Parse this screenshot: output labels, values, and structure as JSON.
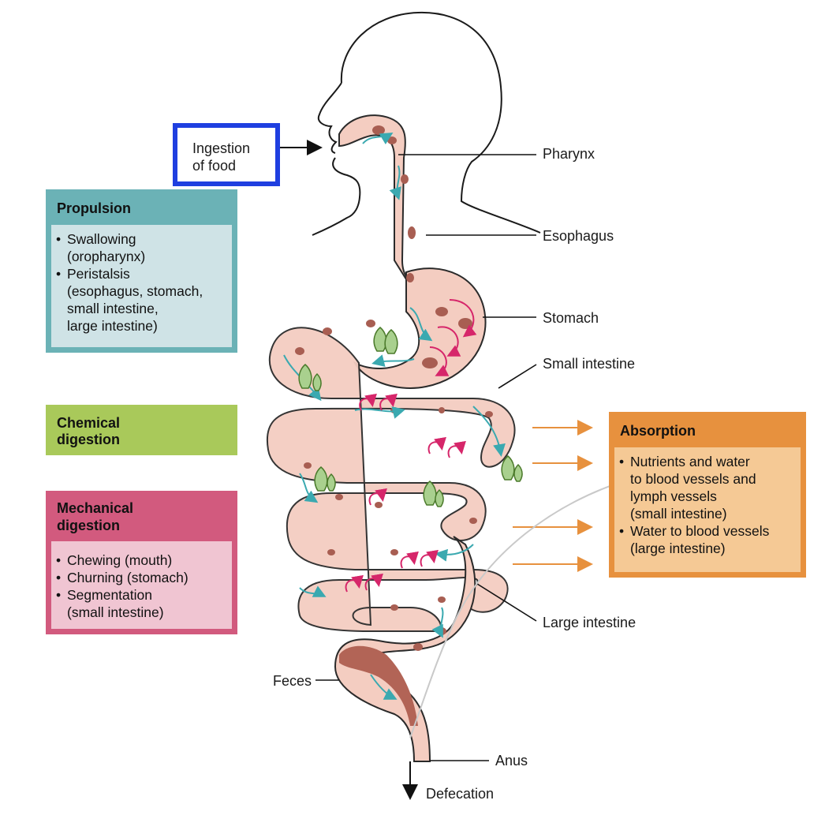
{
  "ingestion": {
    "line1": "Ingestion",
    "line2": "of food"
  },
  "organs": {
    "pharynx": "Pharynx",
    "esophagus": "Esophagus",
    "stomach": "Stomach",
    "small_intestine": "Small intestine",
    "large_intestine": "Large intestine",
    "feces": "Feces",
    "anus": "Anus",
    "defecation": "Defecation"
  },
  "propulsion": {
    "title": "Propulsion",
    "items": [
      {
        "main": "Swallowing",
        "sub": "(oropharynx)"
      },
      {
        "main": "Peristalsis",
        "sub": "(esophagus, stomach, small intestine, large intestine)"
      }
    ],
    "sub2_lines": [
      "(esophagus, stomach,",
      "small intestine,",
      "large intestine)"
    ]
  },
  "chemical": {
    "line1": "Chemical",
    "line2": "digestion"
  },
  "mechanical": {
    "title_line1": "Mechanical",
    "title_line2": "digestion",
    "items": [
      {
        "main": "Chewing (mouth)"
      },
      {
        "main": "Churning (stomach)"
      },
      {
        "main": "Segmentation",
        "sub": "(small intestine)"
      }
    ]
  },
  "absorption": {
    "title": "Absorption",
    "item1_lines": [
      "Nutrients and water",
      "to blood vessels and",
      "lymph vessels",
      "(small intestine)"
    ],
    "item2_lines": [
      "Water to blood vessels",
      "(large intestine)"
    ]
  },
  "colors": {
    "propulsion_header": "#6bb2b6",
    "propulsion_body": "#cfe3e6",
    "chemical": "#a9c95a",
    "mechanical_header": "#d25a7e",
    "mechanical_body": "#f0c5d2",
    "absorption_header": "#e7913e",
    "absorption_body": "#f5c995",
    "tract_fill": "#f4cdc1",
    "tract_outline": "#2a2a2a",
    "highlight_box": "#1f3fe0",
    "flow_arrow": "#3aa9b0",
    "churn_arrow": "#d6266a"
  }
}
